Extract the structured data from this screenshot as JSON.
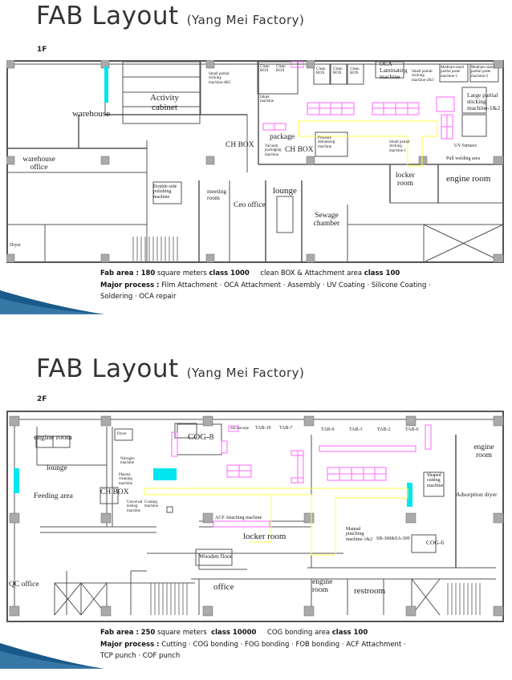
{
  "slide1": {
    "title": "FAB Layout",
    "subtitle": "(Yang Mei Factory)",
    "floor": "1F",
    "labels": [
      "warehouse",
      "Activity cabinet",
      "Small partial sticking machine-4&5",
      "CH BOX",
      "warehouse office",
      "Double-side polishing machine",
      "meeting room",
      "Ceo office",
      "lounge",
      "Sewage chamber",
      "Dryer",
      "Clean BOX",
      "Clean BOX",
      "Clean BOX",
      "Clean BOX",
      "Clean BOX",
      "OCA Laminating machine",
      "Small partial sticking machine-2&3",
      "Medium-sized partial paste machine-1",
      "Medium-sized partial paste machine-2",
      "Large partial sticking machine-1&2",
      "Inkjet machine",
      "package",
      "Vacuum packaging machine",
      "CH BOX",
      "Pressure defoaming machine",
      "Small partial sticking machine-1",
      "UV furnace",
      "Pull welding area",
      "locker room",
      "engine room"
    ],
    "info": {
      "fab_area_label": "Fab area :",
      "fab_area_value": "180",
      "fab_area_unit": "square meters",
      "fab_class": "class 1000",
      "clean_area": "clean BOX  & Attachment  area",
      "clean_class": "class 100",
      "process_label": "Major process :",
      "process_line1": "Film Attachment · OCA  Attachment · Assembly · UV Coating ·  Silicone Coating ·",
      "process_line2": "Soldering · OCA repair"
    }
  },
  "slide2": {
    "title": "FAB Layout",
    "subtitle": "(Yang Mei Factory)",
    "floor": "2F",
    "labels": [
      "engine room",
      "lounge",
      "Feeding area",
      "CH BOX",
      "Dryer",
      "Nitrogen machine",
      "Plasma cleaning machine",
      "Universal testing machine",
      "Coating machine",
      "COG-8",
      "microscope",
      "TAB-10",
      "TAB-7",
      "TAB-9",
      "TAB-3",
      "TAB-2",
      "TAB-6",
      "ACF Attaching machine",
      "Shaped cutting machine",
      "engine room",
      "Adsorption dryer",
      "locker room",
      "Wooden floor",
      "Manual punching machine-1&2",
      "SB-300&SA-300",
      "COG-6",
      "QC office",
      "office",
      "engine room",
      "restroom"
    ],
    "info": {
      "fab_area_label": "Fab area :",
      "fab_area_value": "250",
      "fab_area_unit": "square meters",
      "fab_class": "class 10000",
      "clean_area": "COG bonding   area",
      "clean_class": "class 100",
      "process_label": "Major process :",
      "process_line1": "Cutting · COG bonding · FOG bonding · FOB bonding · ACF Attachment  ·",
      "process_line2": "TCP punch · COF punch"
    }
  },
  "colors": {
    "cleanroom_accent": "#00e5ee",
    "equipment_magenta": "#ff66ff",
    "path_yellow": "#ffff44",
    "swoosh": "#1a5a8a"
  }
}
